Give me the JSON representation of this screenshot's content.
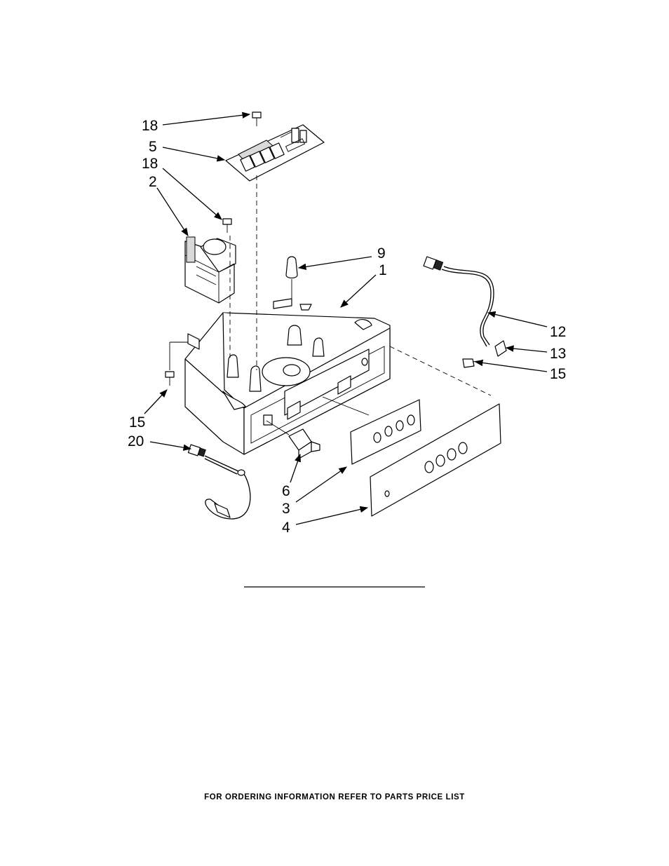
{
  "callouts": [
    "18",
    "5",
    "18",
    "2",
    "9",
    "1",
    "12",
    "13",
    "15",
    "15",
    "20",
    "6",
    "3",
    "4"
  ],
  "footer": "FOR ORDERING INFORMATION REFER TO PARTS PRICE LIST"
}
